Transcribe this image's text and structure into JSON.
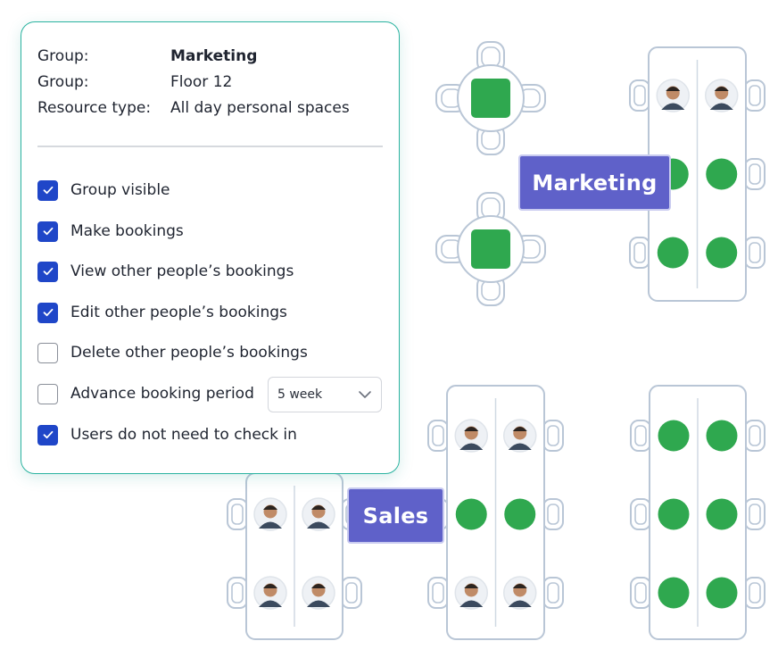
{
  "panel": {
    "info": [
      {
        "label": "Group:",
        "value": "Marketing",
        "bold": true
      },
      {
        "label": "Group:",
        "value": "Floor 12",
        "bold": false
      },
      {
        "label": "Resource type:",
        "value": "All day personal spaces",
        "bold": false
      }
    ],
    "options": [
      {
        "label": "Group visible",
        "checked": true
      },
      {
        "label": "Make bookings",
        "checked": true
      },
      {
        "label": "View other people’s bookings",
        "checked": true
      },
      {
        "label": "Edit other people’s bookings",
        "checked": true
      },
      {
        "label": "Delete other people’s bookings",
        "checked": false
      },
      {
        "label": "Advance booking period",
        "checked": false
      },
      {
        "label": "Users do not need to check in",
        "checked": true
      }
    ],
    "booking_period": {
      "selected": "5 week"
    }
  },
  "floor": {
    "group_tags": {
      "marketing": "Marketing",
      "sales": "Sales"
    },
    "colors": {
      "available": "#2fa84f",
      "tag": "#5f61c9",
      "outline": "#b9c6d6",
      "checkbox": "#1f46c8",
      "panel_border": "#2bb3a0"
    }
  }
}
